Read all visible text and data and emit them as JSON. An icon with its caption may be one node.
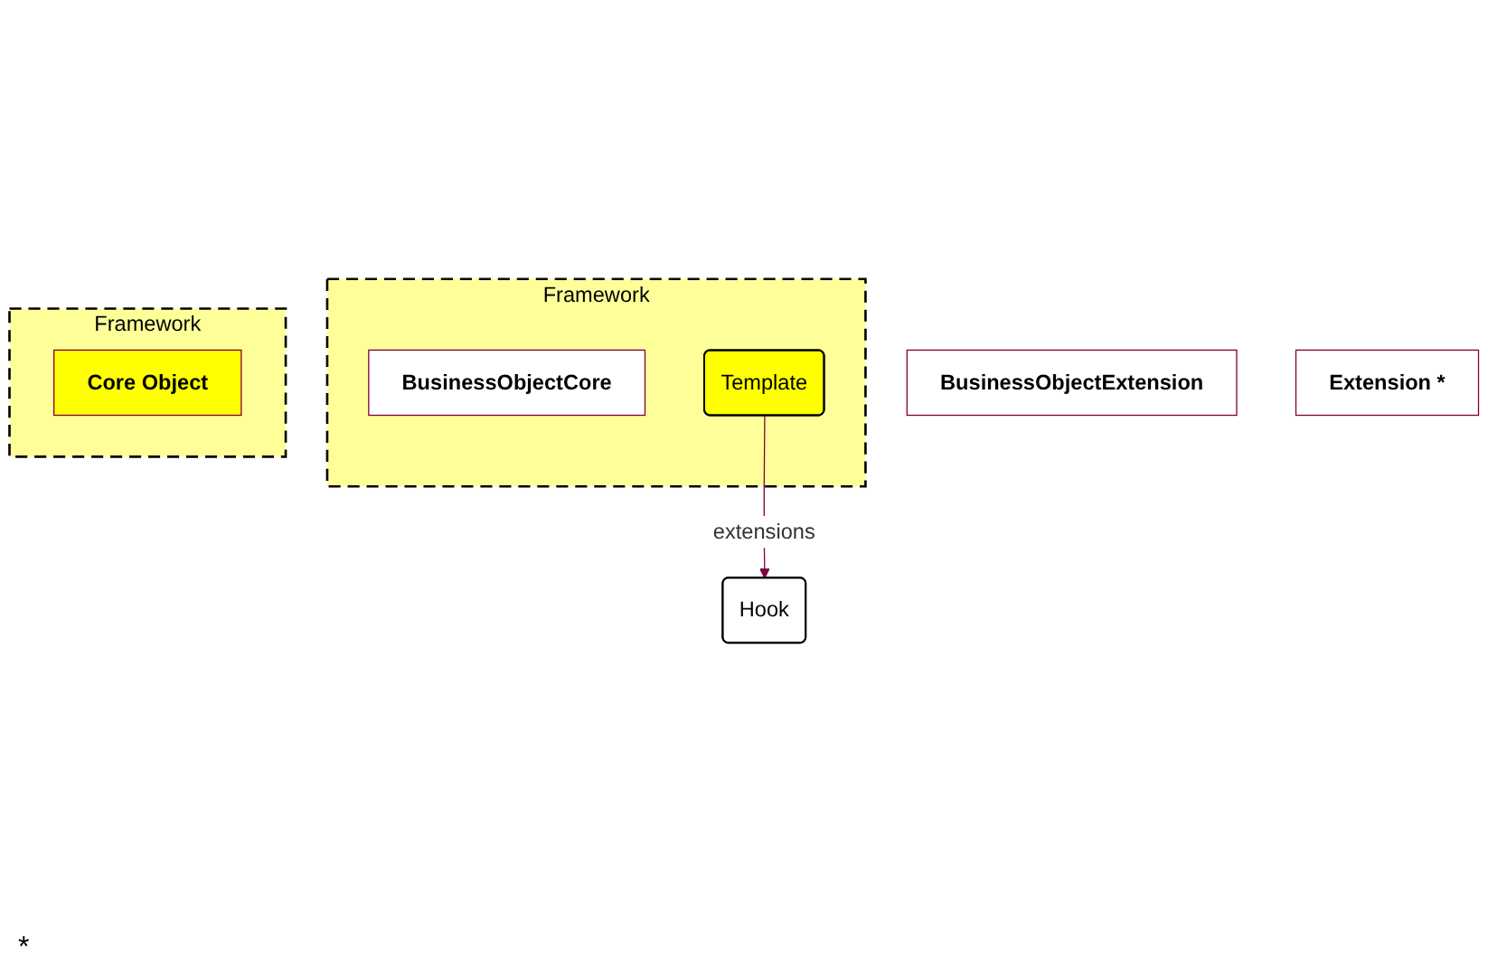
{
  "diagram": {
    "nodes": [
      {
        "text": [
          "Framework"
        ]
      },
      {
        "text": [
          "BusinessObjectCore"
        ],
        "in": 0
      },
      {
        "text": [
          "Template"
        ],
        "in": 0
      },
      {
        "text": [
          "Hook"
        ]
      },
      {
        "text": [
          "BusinessObjectExtension"
        ]
      },
      {
        "text": [
          "Framework"
        ]
      },
      {
        "text": [
          "Core Object"
        ],
        "in": 5
      },
      {
        "text": [
          "Extension *"
        ]
      }
    ],
    "edges": [
      {
        "from": 2,
        "to": 3,
        "arrow": "to",
        "label": "extensions"
      }
    ],
    "labels": [
      "*"
    ]
  }
}
